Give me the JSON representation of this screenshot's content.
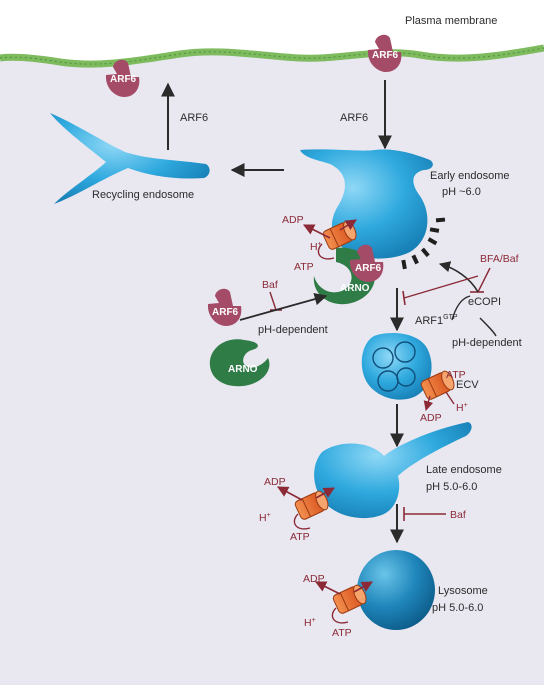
{
  "labels": {
    "plasma_membrane": "Plasma membrane",
    "arf6": "ARF6",
    "arno": "ARNO",
    "recycling_endosome": "Recycling endosome",
    "early_endosome": "Early endosome",
    "early_ph": "pH ~6.0",
    "adp": "ADP",
    "atp": "ATP",
    "h": "H",
    "plus": "+",
    "baf": "Baf",
    "bfa_baf": "BFA/Baf",
    "ecopi": "eCOPI",
    "arf1": "ARF1",
    "gtp": "GTP",
    "ph_dependent": "pH-dependent",
    "ecv": "ECV",
    "late_endosome": "Late endosome",
    "late_ph": "pH 5.0-6.0",
    "lysosome": "Lysosome",
    "lyso_ph": "pH 5.0-6.0"
  },
  "colors": {
    "background": "#e9e8f1",
    "membrane": "#7dbb5e",
    "endosome": "#2aa9df",
    "lysosome": "#1f7eb0",
    "arf6": "#a44b67",
    "arno": "#2f7c47",
    "pump": "#ee6a2b",
    "red_text": "#8b2a36",
    "arrow": "#2b2b2b"
  }
}
